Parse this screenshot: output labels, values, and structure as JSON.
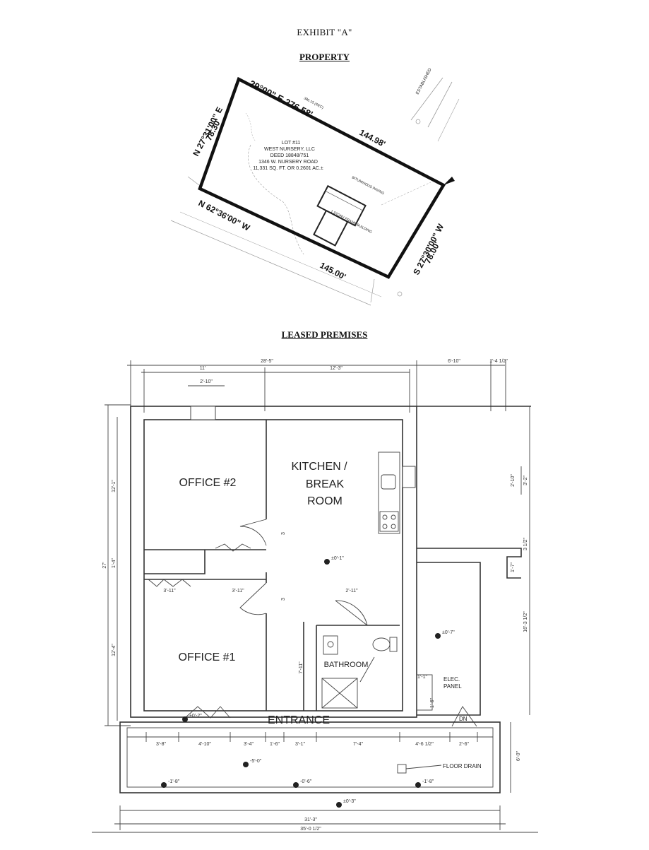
{
  "header": {
    "exhibit": "EXHIBIT \"A\"",
    "property_title": "PROPERTY",
    "leased_title": "LEASED PREMISES"
  },
  "survey": {
    "bearing_top": "29°00\" E  276.58'",
    "bearing_left": "N 27°31'00\" E",
    "dist_left": "78.30'",
    "dist_top_inner": "144.98'",
    "bearing_bottom": "N 62°36'00\" W",
    "dist_bottom": "145.00'",
    "bearing_right": "S 27°30'00\" W",
    "dist_right": "78.00'",
    "lot_lines": [
      "LOT #11",
      "WEST NURSERY, LLC",
      "DEED 18848/751",
      "1346 W. NURSERY ROAD",
      "11,331 SQ. FT. OR 0.2601 AC.±"
    ],
    "scratch_top": "386.15 (REC)",
    "note_paving": "BITUMINOUS PAVING",
    "note_bldg": "1 STORY FRAME BUILDING",
    "corner_text": "ESTABLISHED"
  },
  "plan": {
    "dims_top": [
      "28'-5\"",
      "11'",
      "12'-3\"",
      "2'-10\"",
      "6'-10\"",
      "1'-4 1/2\""
    ],
    "dims_left": [
      "27'",
      "12'-1\"",
      "1'-4\"",
      "12'-4\""
    ],
    "dims_right": [
      "2'-10\"",
      "3'-2\"",
      "3 1/2\"",
      "1'-7\"",
      "16'-3 1/2\"",
      "6'-0\""
    ],
    "dims_bottom": [
      "3'-8\"",
      "4'-10\"",
      "3'-4\"",
      "1'-6\"",
      "3'-1\"",
      "7'-4\"",
      "4'-6 1/2\"",
      "2'-6\"",
      "31'-3\"",
      "35'-0 1/2\""
    ],
    "dims_inner": [
      "3'-11\"",
      "3'-11\"",
      "2'-11\"",
      "7'-11\"",
      "3",
      "3",
      "1'-1\"",
      "1'-6\""
    ],
    "elev_marks": [
      "±0'-1\"",
      "±0'-7\"",
      "±0'-2\"",
      "-5'-0\"",
      "-1'-8\"",
      "-0'-6\"",
      "-1'-8\"",
      "±0'-3\""
    ],
    "rooms": {
      "office2": "OFFICE #2",
      "kitchen_1": "KITCHEN /",
      "kitchen_2": "BREAK",
      "kitchen_3": "ROOM",
      "office1": "OFFICE #1",
      "bathroom": "BATHROOM",
      "entrance": "ENTRANCE",
      "elec_1": "ELEC.",
      "elec_2": "PANEL",
      "floor_drain": "FLOOR DRAIN",
      "dn": "DN"
    }
  }
}
